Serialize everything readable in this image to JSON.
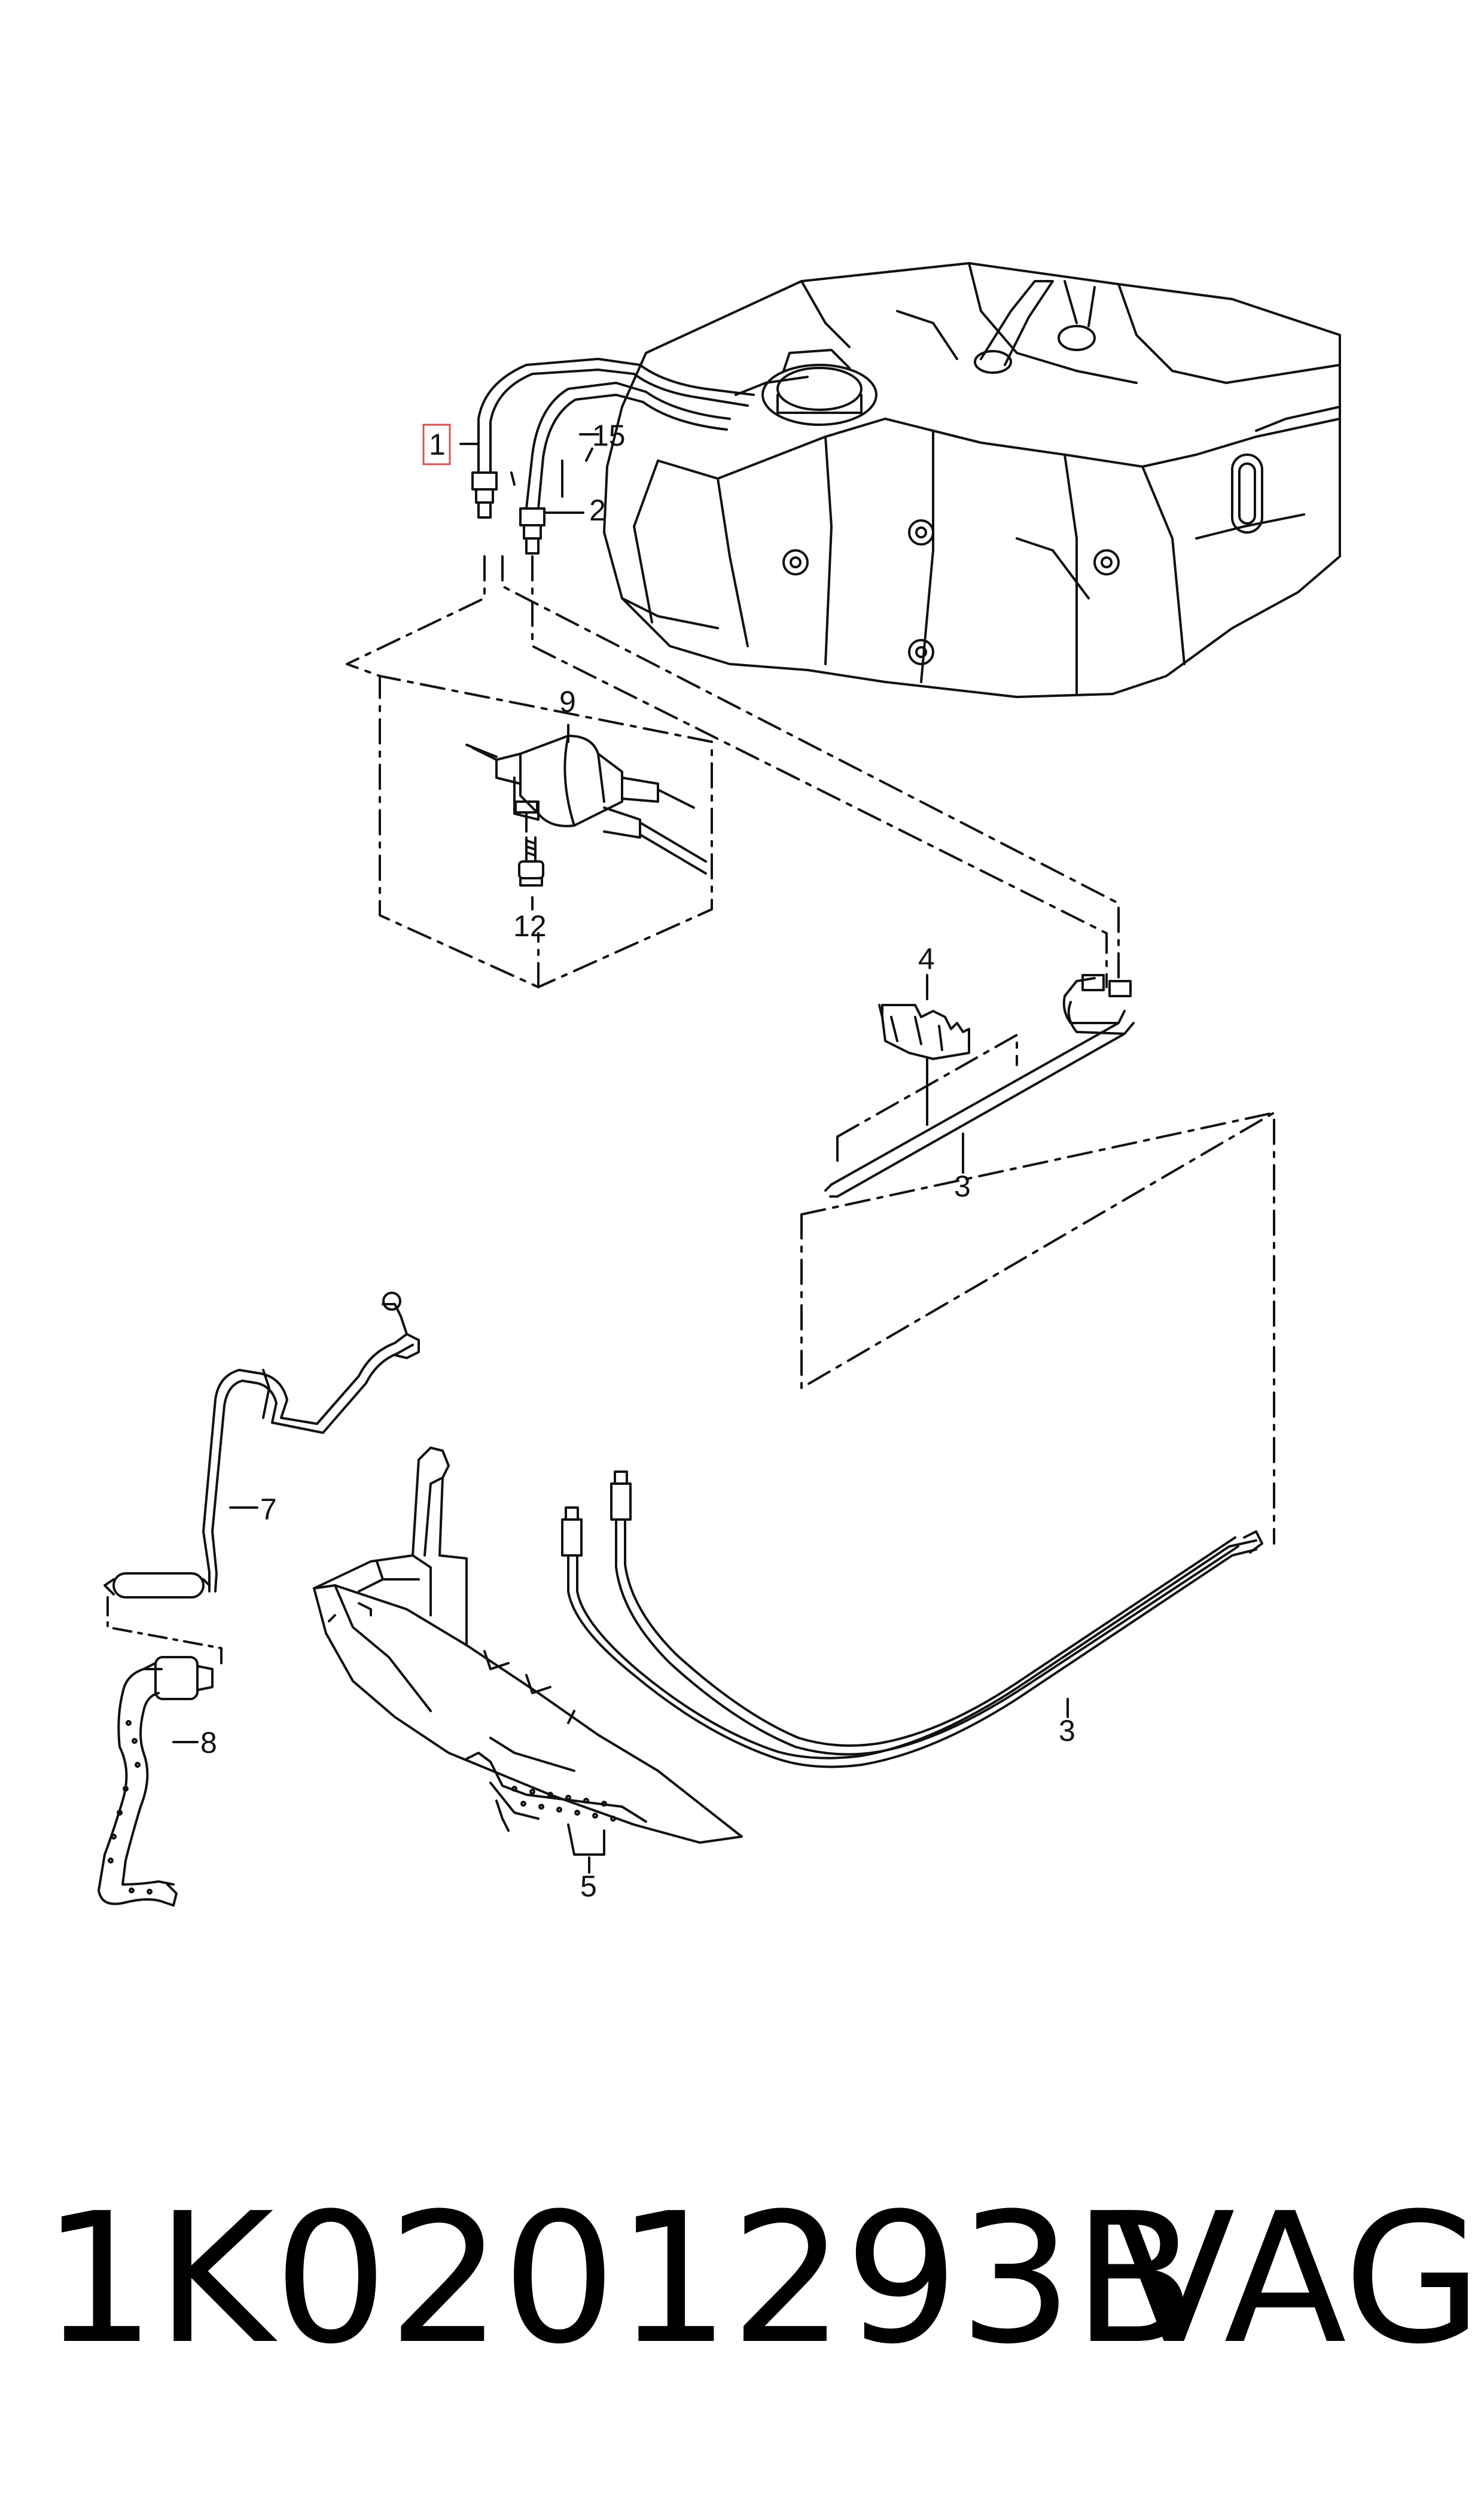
{
  "callouts": {
    "c1": "1",
    "c2": "2",
    "c3a": "3",
    "c3b": "3",
    "c4": "4",
    "c5": "5",
    "c7": "7",
    "c8": "8",
    "c9": "9",
    "c12": "12",
    "c15": "15"
  },
  "footer": {
    "part_number": "1K0201293B",
    "brand": "VAG"
  },
  "colors": {
    "line": "#111111",
    "highlight_box": "#d9534f",
    "background": "#ffffff"
  }
}
